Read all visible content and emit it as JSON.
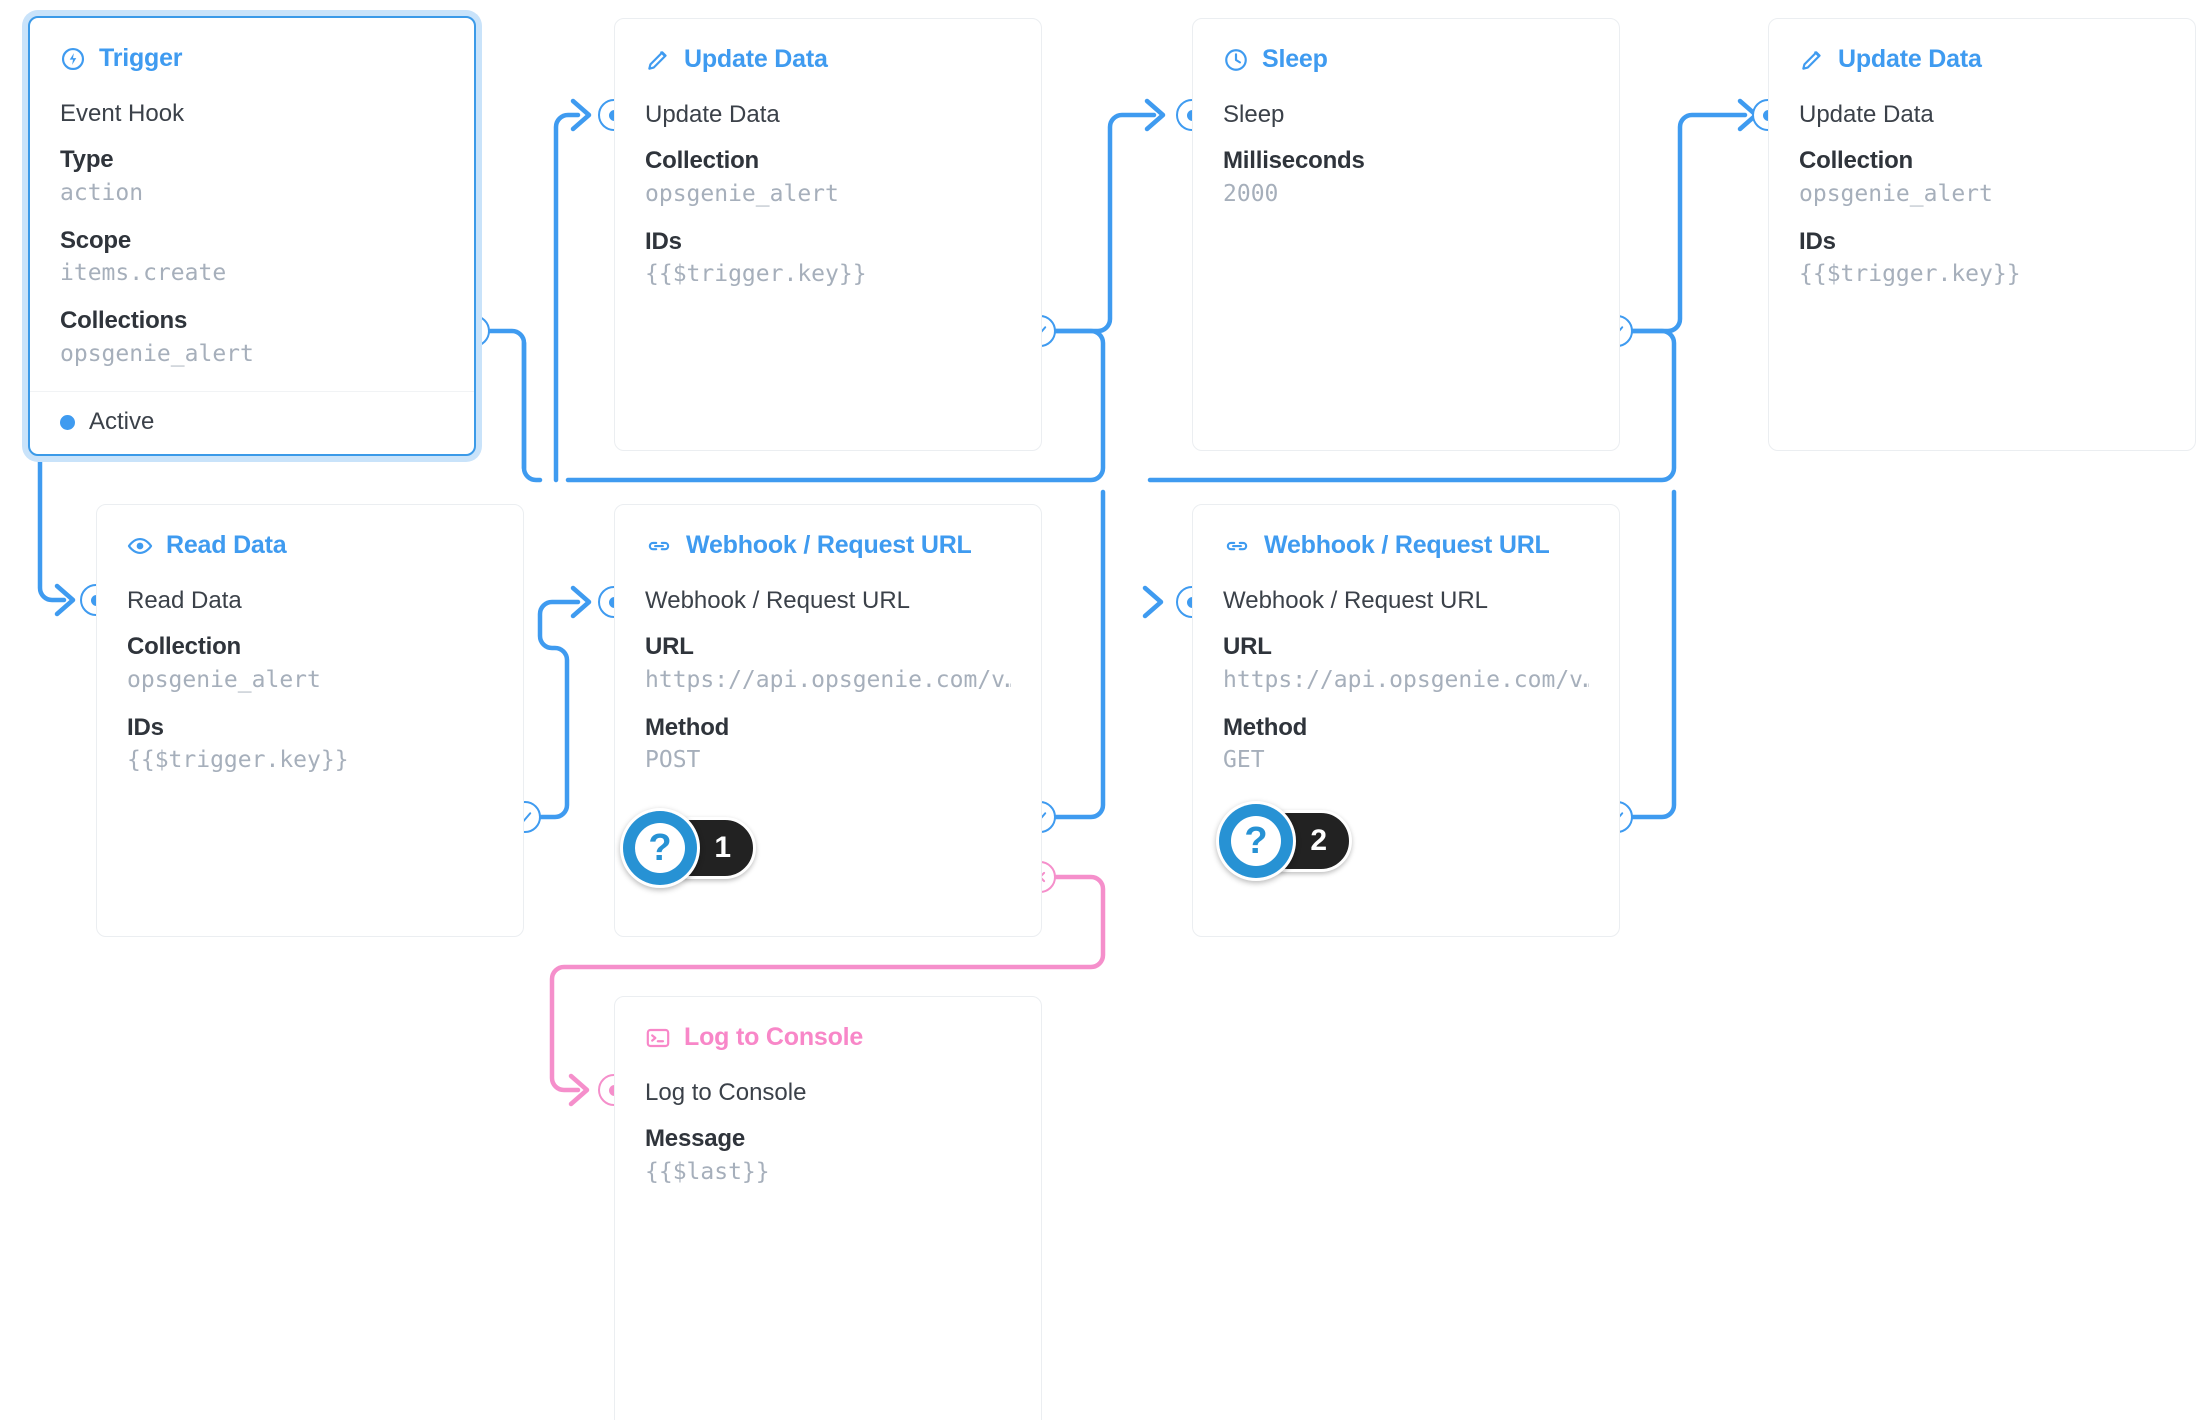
{
  "canvas": {
    "accent_blue": "#3f9bf0",
    "accent_pink": "#f58fcb",
    "selected_outline": "#c9e3fa",
    "value_gray": "#a6afbb",
    "marker_pill_bg": "#222222"
  },
  "nodes": [
    {
      "id": "trigger",
      "title": "Trigger",
      "icon": "bolt-circle-icon",
      "accent": "blue",
      "op_name": "Event Hook",
      "fields": [
        {
          "label": "Type",
          "value": "action"
        },
        {
          "label": "Scope",
          "value": "items.create"
        },
        {
          "label": "Collections",
          "value": "opsgenie_alert"
        }
      ],
      "footer": {
        "status": "Active"
      },
      "selected": true
    },
    {
      "id": "update-data-1",
      "title": "Update Data",
      "icon": "pencil-icon",
      "accent": "blue",
      "op_name": "Update Data",
      "fields": [
        {
          "label": "Collection",
          "value": "opsgenie_alert"
        },
        {
          "label": "IDs",
          "value": "{{$trigger.key}}"
        }
      ],
      "selected": false
    },
    {
      "id": "sleep",
      "title": "Sleep",
      "icon": "clock-icon",
      "accent": "blue",
      "op_name": "Sleep",
      "fields": [
        {
          "label": "Milliseconds",
          "value": "2000"
        }
      ],
      "selected": false
    },
    {
      "id": "update-data-2",
      "title": "Update Data",
      "icon": "pencil-icon",
      "accent": "blue",
      "op_name": "Update Data",
      "fields": [
        {
          "label": "Collection",
          "value": "opsgenie_alert"
        },
        {
          "label": "IDs",
          "value": "{{$trigger.key}}"
        }
      ],
      "selected": false
    },
    {
      "id": "read-data",
      "title": "Read Data",
      "icon": "eye-icon",
      "accent": "blue",
      "op_name": "Read Data",
      "fields": [
        {
          "label": "Collection",
          "value": "opsgenie_alert"
        },
        {
          "label": "IDs",
          "value": "{{$trigger.key}}"
        }
      ],
      "selected": false
    },
    {
      "id": "webhook-post",
      "title": "Webhook / Request URL",
      "icon": "link-icon",
      "accent": "blue",
      "op_name": "Webhook / Request URL",
      "fields": [
        {
          "label": "URL",
          "value": "https://api.opsgenie.com/v…"
        },
        {
          "label": "Method",
          "value": "POST"
        }
      ],
      "selected": false
    },
    {
      "id": "webhook-get",
      "title": "Webhook / Request URL",
      "icon": "link-icon",
      "accent": "blue",
      "op_name": "Webhook / Request URL",
      "fields": [
        {
          "label": "URL",
          "value": "https://api.opsgenie.com/v…"
        },
        {
          "label": "Method",
          "value": "GET"
        }
      ],
      "selected": false
    },
    {
      "id": "log-to-console",
      "title": "Log to Console",
      "icon": "console-icon",
      "accent": "pink",
      "op_name": "Log to Console",
      "fields": [
        {
          "label": "Message",
          "value": "{{$last}}"
        }
      ],
      "selected": false
    }
  ],
  "markers": [
    {
      "id": "marker-1",
      "glyph": "?",
      "number": "1"
    },
    {
      "id": "marker-2",
      "glyph": "?",
      "number": "2"
    }
  ]
}
